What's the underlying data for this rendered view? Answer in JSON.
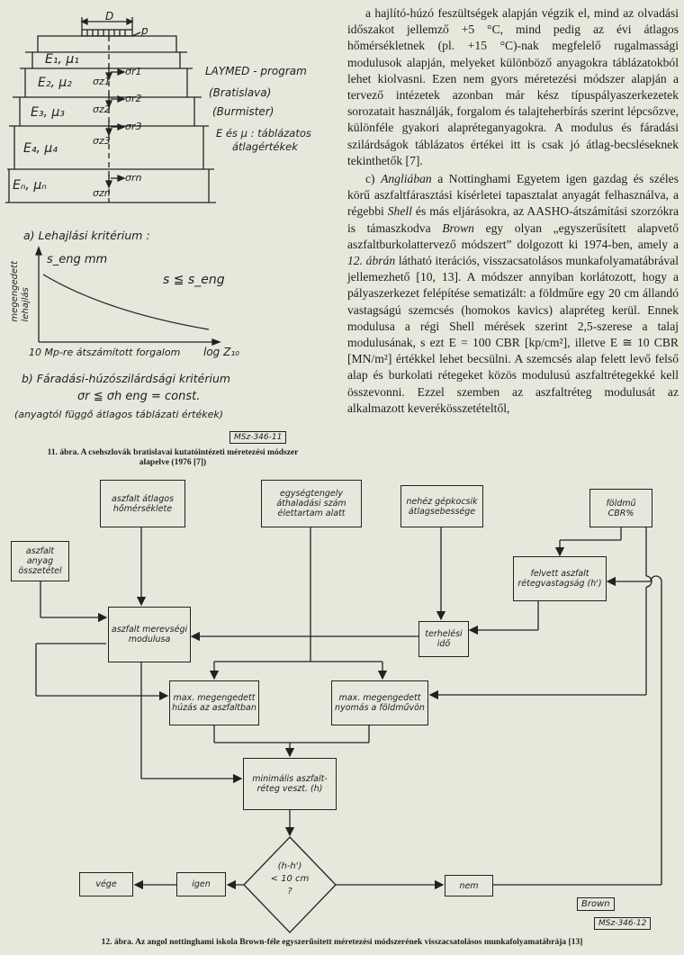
{
  "right_column": {
    "p1": "a hajlító-húzó feszültségek alapján végzik el, mind az olvadási időszakot jellemző +5 °C, mind pedig az évi átlagos hőmérsékletnek (pl. +15 °C)-nak megfelelő rugalmassági modulusok alapján, melyeket különböző anyagokra táblázatokból lehet kiolvasni. Ezen nem gyors méretezési módszer alapján a tervező intézetek azonban már kész típuspályaszerkezetek sorozatait használják, forgalom és talajteherbírás szerint lépcsőzve, különféle gyakori alapréteganyagokra. A modulus és fáradási szilárdságok táblázatos értékei itt is csak jó átlag-becsléseknek tekinthetők [7].",
    "p2_lead": "c) ",
    "p2_country": "Angliában",
    "p2_a": " a Nottinghami Egyetem igen gazdag és széles körű aszfaltfárasztási kísérletei tapasztalat anyagát felhasználva, a régebbi ",
    "p2_shell": "Shell",
    "p2_b": " és más eljárásokra, az AASHO-átszámítási szorzókra is támaszkodva ",
    "p2_brown": "Brown",
    "p2_c": " egy olyan „egyszerűsített alapvető aszfaltburkolattervező módszert” dolgozott ki 1974-ben, amely a ",
    "p2_fig": "12. ábrán",
    "p2_d": " látható iterációs, visszacsatolásos munkafolyamatábrával jellemezhető [10, 13]. A módszer annyiban korlátozott, hogy a pályaszerkezet felépítése sematizált: a földműre egy 20 cm állandó vastagságú szemcsés (homokos kavics) alapréteg kerül. Ennek modulusa a régi Shell mérések szerint 2,5-szerese a talaj modulusának, s ezt E = 100 CBR [kp/cm²], illetve E ≅ 10 CBR [MN/m²] értékkel lehet becsülni. A szemcsés alap felett levő felső alap és burkolati rétegeket közös modulusú aszfaltrétegekké kell összevonni. Ezzel szemben az aszfaltréteg modulusát az alkalmazott keverékösszetételtől,"
  },
  "fig11": {
    "D": "D",
    "p": "p",
    "layers": [
      "E₁, μ₁",
      "E₂, μ₂",
      "E₃, μ₃",
      "E₄, μ₄",
      "Eₙ, μₙ"
    ],
    "sigma_z": [
      "σz1",
      "σz2",
      "σz3",
      "σzn"
    ],
    "sigma_r": [
      "σr1",
      "σr2",
      "σr3",
      "σrn"
    ],
    "program": "LAYMED - program",
    "bratislava": "(Bratislava)",
    "burmister": "(Burmister)",
    "emu_note_1": "E és μ : táblázatos",
    "emu_note_2": "átlagértékek",
    "crit_a": "a) Lehajlási kritérium :",
    "ylab_1": "megengedett",
    "ylab_2": "lehajlás",
    "s_eng": "s_eng  mm",
    "s_le": "s ≦ s_eng",
    "x_forgalom": "10 Mp-re átszámított forgalom",
    "log_z": "log Z₁₀",
    "crit_b": "b) Fáradási-húzószilárdsági kritérium",
    "sigma_eq": "σr ≦ σh eng = const.",
    "anyag_note": "(anyagtól függő átlagos táblázati értékek)",
    "ref": "MSz-346-11",
    "caption_1": "11. ábra. A csehszlovák bratislavai kutatóintézeti méretezési módszer",
    "caption_2": "alapelve (1976 [7])"
  },
  "fig12": {
    "b_homerseklet": "aszfalt átlagos hőmérséklete",
    "b_tengely": "egységtengely áthaladási szám élettartam alatt",
    "b_sebesseg": "nehéz gépkocsik átlagsebessége",
    "b_cbr": "földmű CBR%",
    "b_osszetetel": "aszfalt anyag összetétel",
    "b_felvett": "felvett aszfalt rétegvastagság (h')",
    "b_merevseg": "aszfalt merevségi modulusa",
    "b_terhelesi": "terhelési idő",
    "b_huzas": "max. megengedett húzás az aszfaltban",
    "b_nyomas": "max. megengedett nyomás a földművön",
    "b_minimalis": "minimális aszfalt-réteg veszt. (h)",
    "d_1": "(h-h')",
    "d_2": "< 10 cm",
    "d_3": "?",
    "b_vege": "vége",
    "b_igen": "igen",
    "b_nem": "nem",
    "brown": "Brown",
    "ref": "MSz-346-12",
    "caption": "12. ábra. Az angol nottinghami iskola Brown-féle egyszerűsített méretezési módszerének visszacsatolásos munkafolyamatábrája [13]"
  }
}
